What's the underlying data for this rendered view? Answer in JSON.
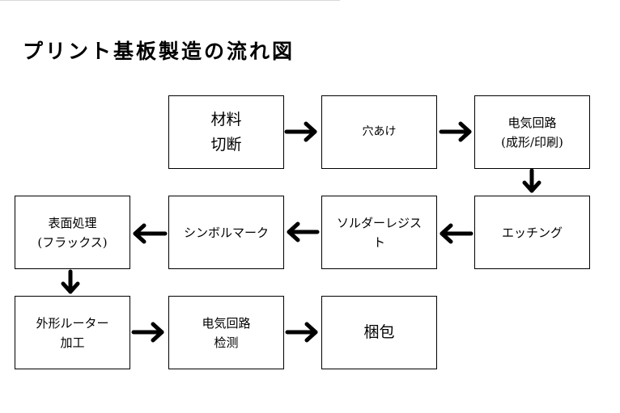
{
  "title": "プリント基板製造の流れ図",
  "steps": [
    {
      "id": "material-cutting",
      "label": "材料\n切断"
    },
    {
      "id": "drilling",
      "label": "穴あけ"
    },
    {
      "id": "circuit-forming",
      "label": "电気回路\n(成形/印刷)"
    },
    {
      "id": "etching",
      "label": "エッチング"
    },
    {
      "id": "solder-resist",
      "label": "ソルダーレジス\nト"
    },
    {
      "id": "symbol-mark",
      "label": "シンボルマーク"
    },
    {
      "id": "surface-treatment",
      "label": "表面処理\n(フラックス)"
    },
    {
      "id": "outline-routing",
      "label": "外形ルーター\n加工"
    },
    {
      "id": "circuit-inspection",
      "label": "电気回路\n检测"
    },
    {
      "id": "packing",
      "label": "梱包"
    }
  ],
  "flow": [
    [
      "material-cutting",
      "drilling"
    ],
    [
      "drilling",
      "circuit-forming"
    ],
    [
      "circuit-forming",
      "etching"
    ],
    [
      "etching",
      "solder-resist"
    ],
    [
      "solder-resist",
      "symbol-mark"
    ],
    [
      "symbol-mark",
      "surface-treatment"
    ],
    [
      "surface-treatment",
      "outline-routing"
    ],
    [
      "outline-routing",
      "circuit-inspection"
    ],
    [
      "circuit-inspection",
      "packing"
    ]
  ]
}
